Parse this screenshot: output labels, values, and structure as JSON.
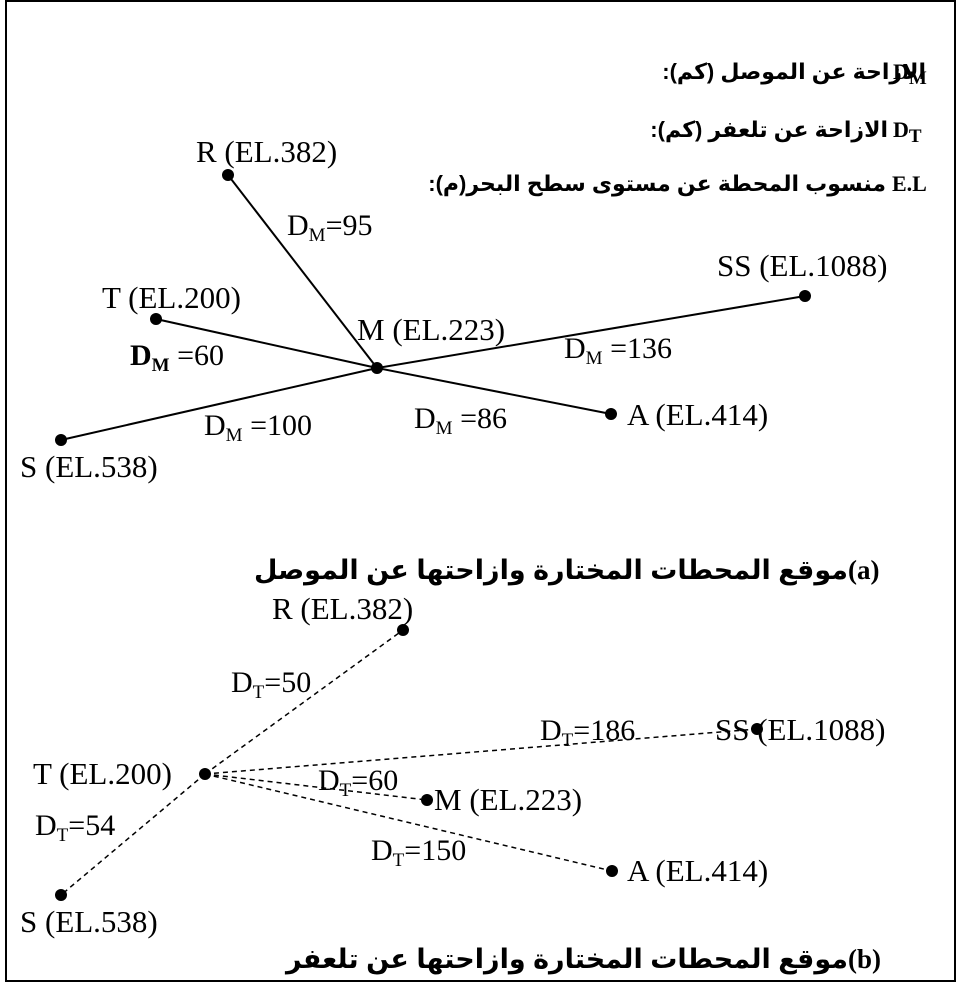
{
  "legend": {
    "dm_symbol": "D",
    "dm_sub": "M",
    "dm_text": ":الازاحة عن الموصل (كم)",
    "dt_symbol": "D",
    "dt_sub": "T",
    "dt_text": " :الازاحة عن تلعفر (كم)",
    "el_symbol": "E.L",
    "el_text": " :منسوب المحطة عن مستوى سطح البحر(م)"
  },
  "panel_a": {
    "caption_letter": "(a)",
    "caption_text": " موقع المحطات المختارة وازاحتها عن الموصل",
    "hub_label": "M (EL.223)",
    "stations": [
      {
        "id": "R",
        "label": "R (EL.382)",
        "dist_prefix": "D",
        "dist_sub": "M",
        "dist_value": "=95"
      },
      {
        "id": "T",
        "label": "T (EL.200)",
        "dist_prefix": "D",
        "dist_sub": "M",
        "dist_value": " =60"
      },
      {
        "id": "SS",
        "label": "SS (EL.1088)",
        "dist_prefix": "D",
        "dist_sub": "M",
        "dist_value": " =136"
      },
      {
        "id": "A",
        "label": "A (EL.414)",
        "dist_prefix": "D",
        "dist_sub": "M",
        "dist_value": " =86"
      },
      {
        "id": "S",
        "label": "S (EL.538)",
        "dist_prefix": "D",
        "dist_sub": "M",
        "dist_value": " =100"
      }
    ]
  },
  "panel_b": {
    "caption_letter": "(b)",
    "caption_text": " موقع المحطات المختارة وازاحتها عن تلعفر",
    "hub_label": "T (EL.200)",
    "stations": [
      {
        "id": "R",
        "label": "R (EL.382)",
        "dist_prefix": "D",
        "dist_sub": "T",
        "dist_value": "=50"
      },
      {
        "id": "SS",
        "label": "SS (EL.1088)",
        "dist_prefix": "D",
        "dist_sub": "T",
        "dist_value": "=186"
      },
      {
        "id": "M",
        "label": "M (EL.223)",
        "dist_prefix": "D",
        "dist_sub": "T",
        "dist_value": "=60"
      },
      {
        "id": "A",
        "label": "A (EL.414)",
        "dist_prefix": "D",
        "dist_sub": "T",
        "dist_value": "=150"
      },
      {
        "id": "S",
        "label": "S (EL.538)",
        "dist_prefix": "D",
        "dist_sub": "T",
        "dist_value": "=54"
      }
    ]
  }
}
